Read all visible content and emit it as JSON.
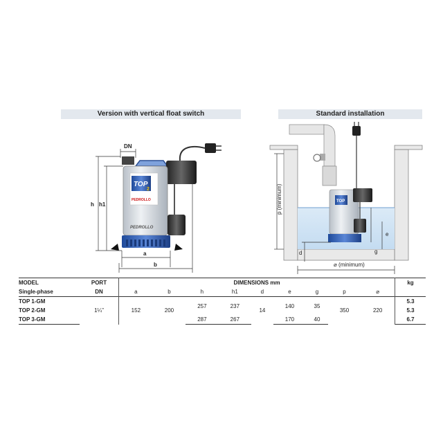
{
  "headers": {
    "left": "Version with vertical float switch",
    "right": "Standard installation"
  },
  "diagram_left": {
    "dn": "DN",
    "h": "h",
    "h1": "h1",
    "a": "a",
    "b": "b",
    "brand_top": "TOP",
    "brand_num": "2",
    "brand_name": "PEDROLLO"
  },
  "diagram_right": {
    "p": "p (minimum)",
    "g": "g",
    "e": "e",
    "d": "d",
    "dia": "⌀ (minimum)",
    "brand_top": "TOP"
  },
  "table": {
    "col_model": "MODEL",
    "col_port": "PORT",
    "col_dim": "DIMENSIONS mm",
    "col_kg": "kg",
    "sub_model": "Single-phase",
    "sub_port": "DN",
    "sub": [
      "a",
      "b",
      "h",
      "h1",
      "d",
      "e",
      "g",
      "p",
      "⌀"
    ],
    "models": [
      "TOP 1-GM",
      "TOP 2-GM",
      "TOP 3-GM"
    ],
    "port": "1¼”",
    "a": "152",
    "b": "200",
    "h12": "257",
    "h3": "287",
    "h1_12": "237",
    "h1_3": "267",
    "d": "14",
    "e12": "140",
    "e3": "170",
    "g12": "35",
    "g3": "40",
    "p": "350",
    "dia": "220",
    "kg": [
      "5.3",
      "5.3",
      "6.7"
    ]
  }
}
